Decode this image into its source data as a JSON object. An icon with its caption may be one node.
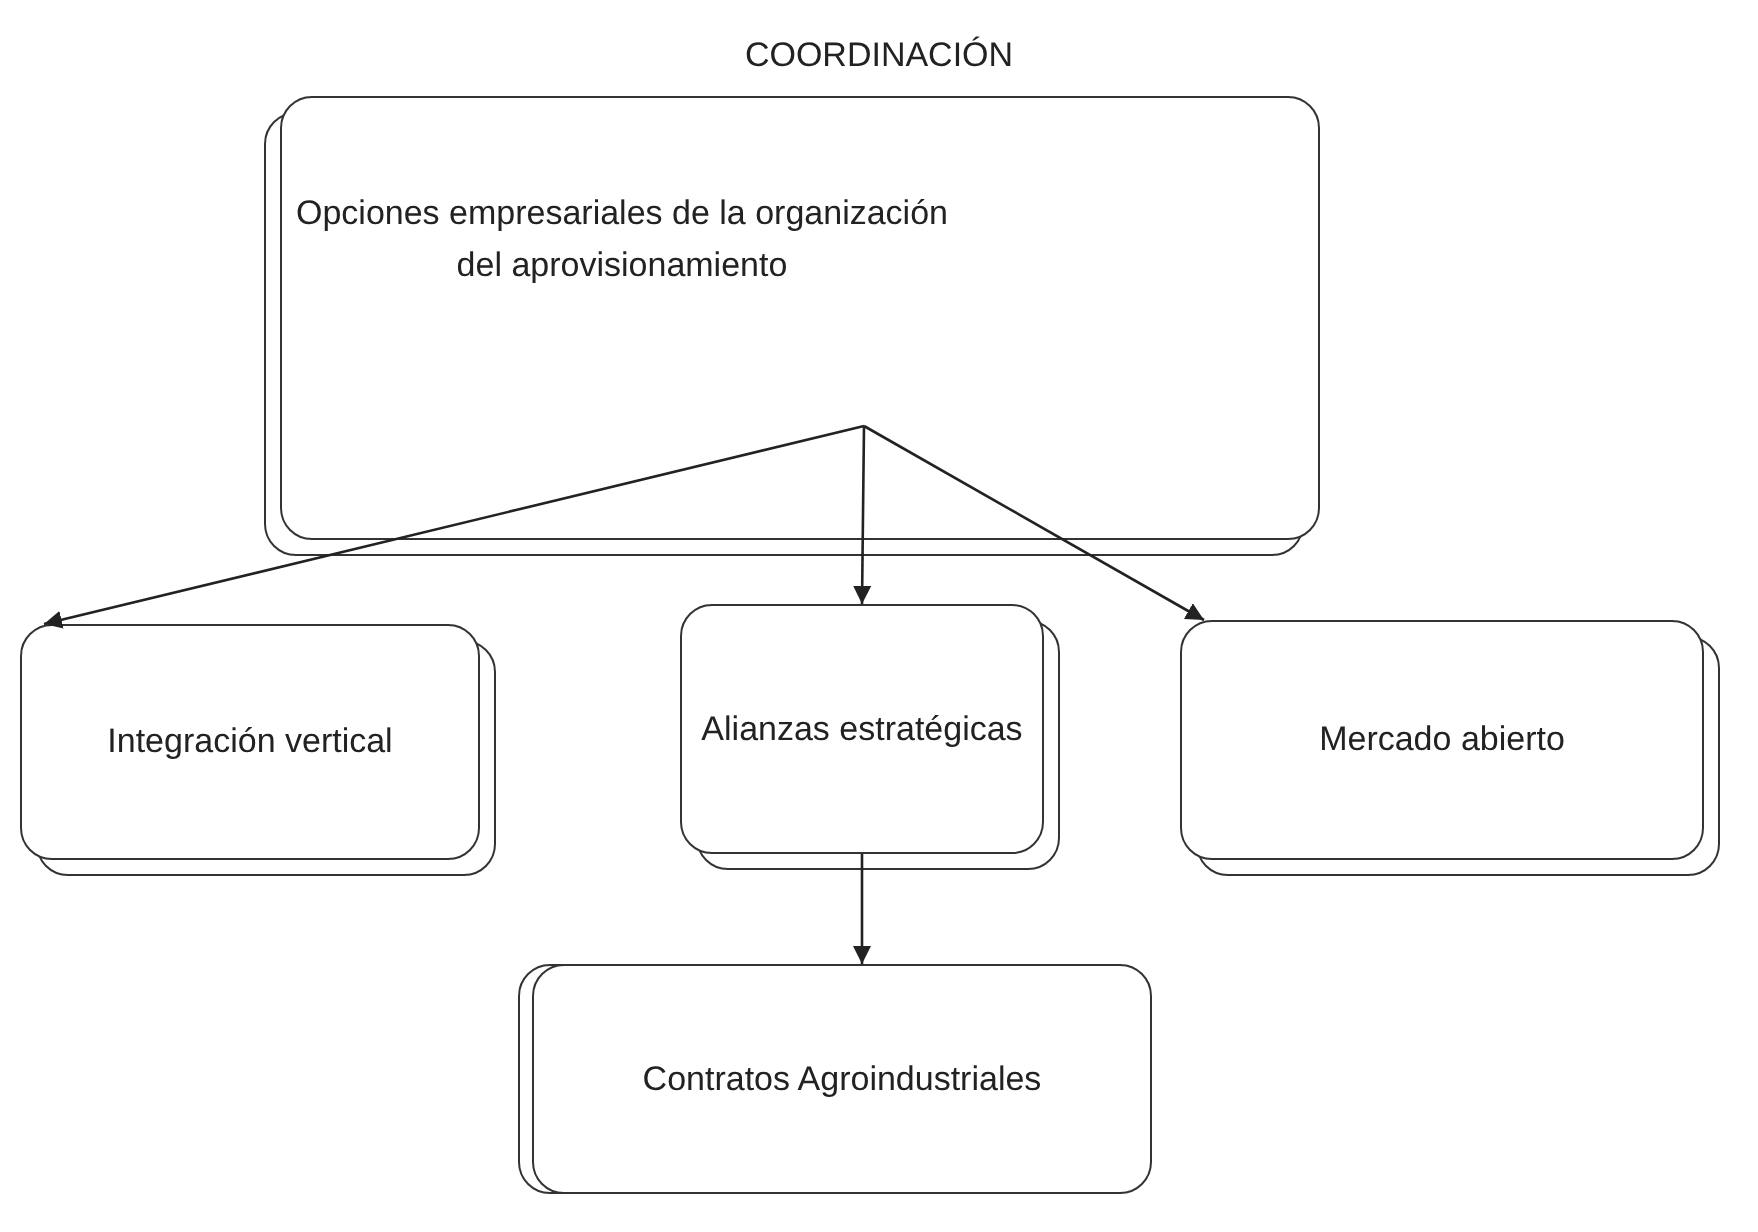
{
  "diagram": {
    "title": "COORDINACIÓN",
    "nodes": [
      {
        "text": [
          "Opciones empresariales de la organización del aprovisionamiento"
        ]
      },
      {
        "text": [
          "Integración vertical"
        ]
      },
      {
        "text": [
          "Alianzas estratégicas"
        ]
      },
      {
        "text": [
          "Mercado abierto"
        ]
      },
      {
        "text": [
          "Contratos Agroindustriales"
        ]
      }
    ],
    "edges": [
      {
        "from": 0,
        "to": 1,
        "arrow": "to"
      },
      {
        "from": 0,
        "to": 2,
        "arrow": "to"
      },
      {
        "from": 0,
        "to": 3,
        "arrow": "to"
      },
      {
        "from": 2,
        "to": 4,
        "arrow": "to"
      }
    ]
  }
}
